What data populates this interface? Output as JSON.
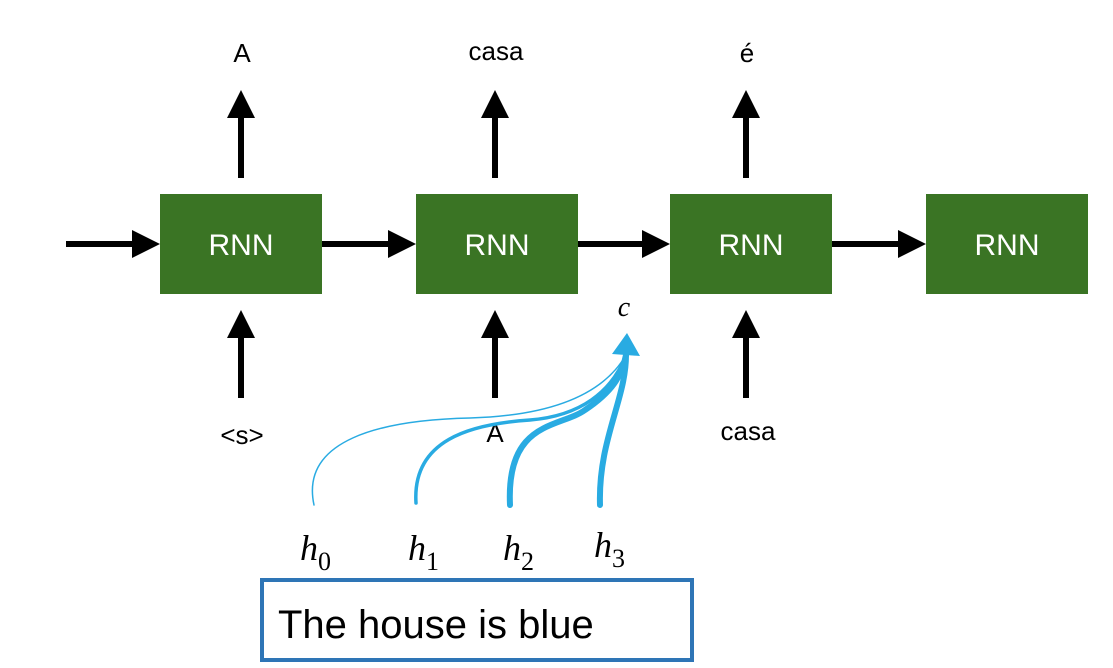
{
  "rnn_cells": [
    {
      "label": "RNN",
      "output": "A",
      "input": "<s>"
    },
    {
      "label": "RNN",
      "output": "casa",
      "input": "A"
    },
    {
      "label": "RNN",
      "output": "é",
      "input": "casa"
    },
    {
      "label": "RNN",
      "output": "",
      "input": ""
    }
  ],
  "context_label": "c",
  "hidden_states": [
    {
      "symbol": "h",
      "sub": "0"
    },
    {
      "symbol": "h",
      "sub": "1"
    },
    {
      "symbol": "h",
      "sub": "2"
    },
    {
      "symbol": "h",
      "sub": "3"
    }
  ],
  "source_sentence": "The house is blue",
  "colors": {
    "rnn_fill": "#3a7424",
    "attention": "#29abe2",
    "sentence_border": "#2e75b6",
    "arrow": "#000000"
  }
}
